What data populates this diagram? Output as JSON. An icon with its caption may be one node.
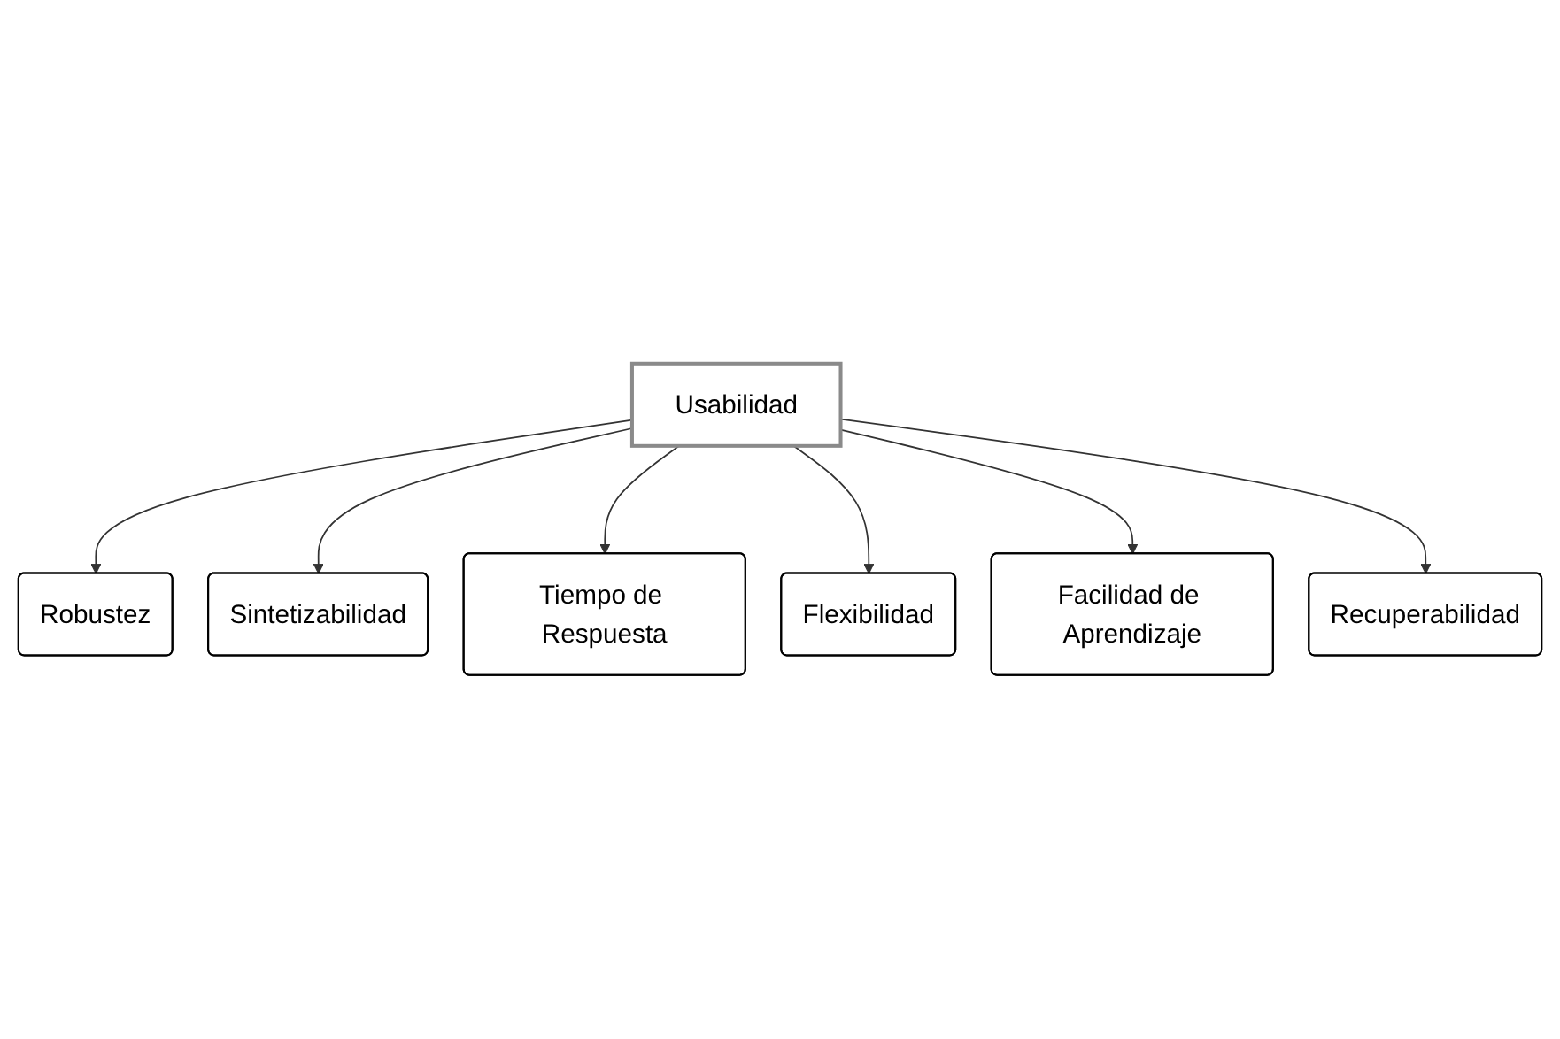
{
  "diagram": {
    "nodes": [
      {
        "text": [
          "Usabilidad"
        ]
      },
      {
        "text": [
          "Robustez"
        ]
      },
      {
        "text": [
          "Recuperabilidad"
        ]
      },
      {
        "text": [
          "Sintetizabilidad"
        ]
      },
      {
        "text": [
          "Flexibilidad"
        ]
      },
      {
        "text": [
          "Facilidad de Aprendizaje"
        ]
      },
      {
        "text": [
          "Tiempo de Respuesta"
        ]
      }
    ],
    "edges": [
      {
        "from": 0,
        "to": 1,
        "arrow": "to"
      },
      {
        "from": 0,
        "to": 3,
        "arrow": "to"
      },
      {
        "from": 0,
        "to": 6,
        "arrow": "to"
      },
      {
        "from": 0,
        "to": 4,
        "arrow": "to"
      },
      {
        "from": 0,
        "to": 5,
        "arrow": "to"
      },
      {
        "from": 0,
        "to": 2,
        "arrow": "to"
      }
    ]
  }
}
